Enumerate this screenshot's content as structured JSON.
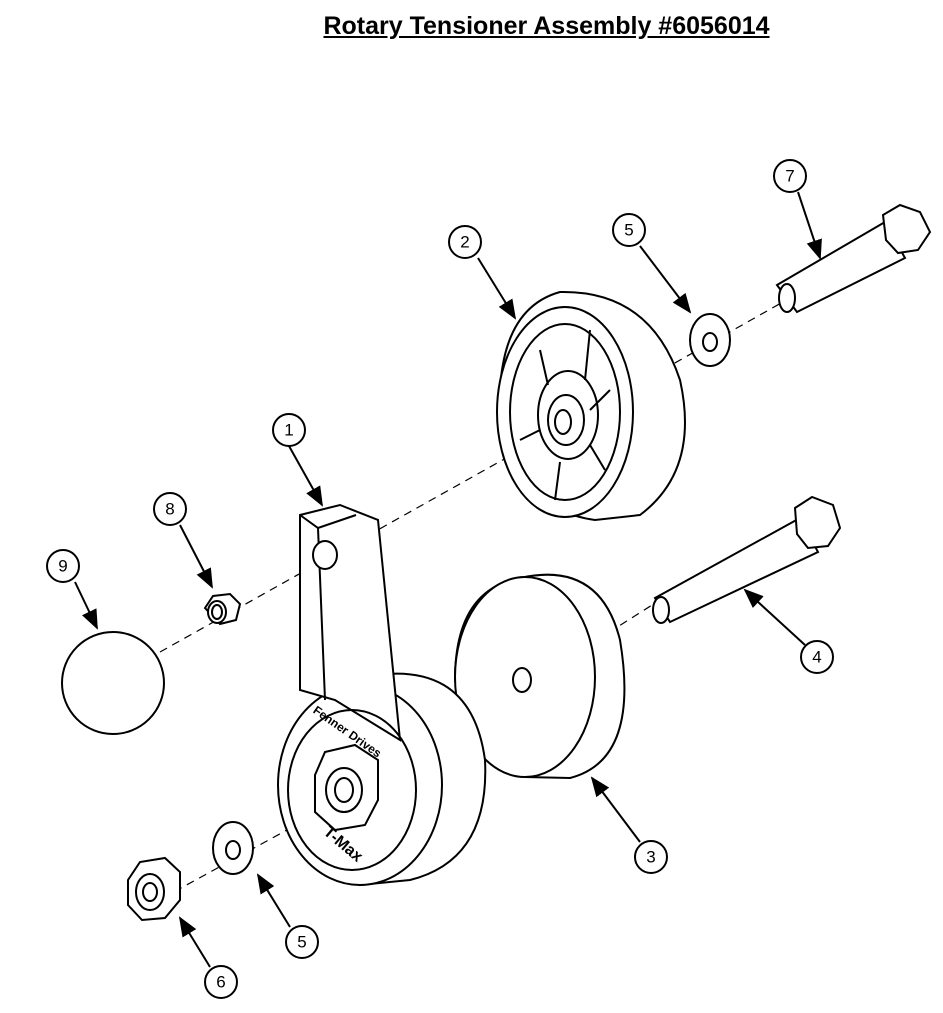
{
  "title": "Rotary Tensioner Assembly #6056014",
  "logo_text": [
    "Fenner Drives",
    "T-Max"
  ],
  "callouts": [
    {
      "label": "1",
      "part": "tensioner-arm"
    },
    {
      "label": "2",
      "part": "idler-pulley"
    },
    {
      "label": "3",
      "part": "spacer-disc"
    },
    {
      "label": "4",
      "part": "mounting-bolt"
    },
    {
      "label": "5",
      "part": "washer"
    },
    {
      "label": "5",
      "part": "washer"
    },
    {
      "label": "6",
      "part": "hex-nut"
    },
    {
      "label": "7",
      "part": "pulley-bolt"
    },
    {
      "label": "8",
      "part": "lock-nut"
    },
    {
      "label": "9",
      "part": "cap"
    }
  ]
}
